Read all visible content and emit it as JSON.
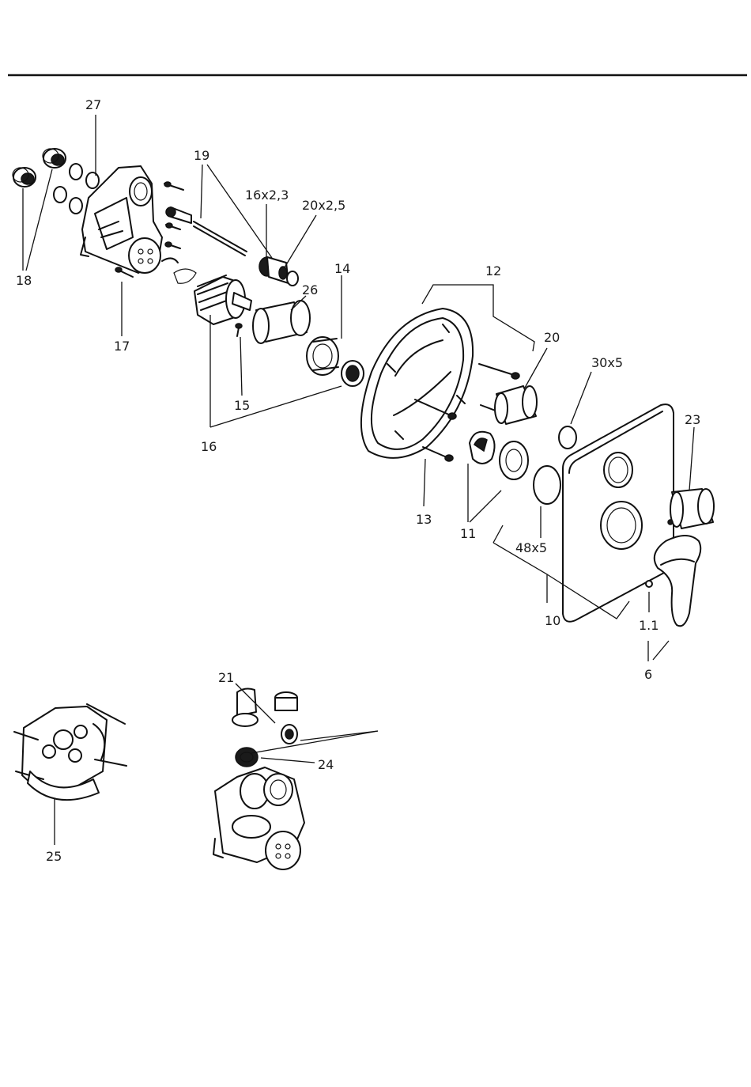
{
  "callouts": {
    "c27": "27",
    "c18": "18",
    "c17": "17",
    "c19": "19",
    "c16x23": "16x2,3",
    "c20x25": "20x2,5",
    "c26": "26",
    "c14": "14",
    "c15": "15",
    "c16": "16",
    "c12": "12",
    "c20": "20",
    "c30x5": "30x5",
    "c23": "23",
    "c13": "13",
    "c11": "11",
    "c48x5": "48x5",
    "c10": "10",
    "c11b": "1.1",
    "c6": "6",
    "c21": "21",
    "c24": "24",
    "c25": "25"
  }
}
